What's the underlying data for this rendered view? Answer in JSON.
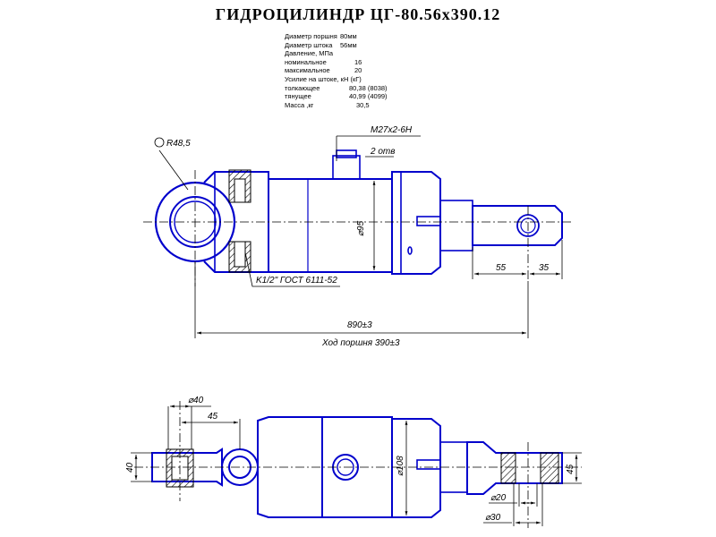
{
  "title": "ГИДРОЦИЛИНДР  ЦГ-80.56х390.12",
  "specs": [
    {
      "label": "Диаметр поршня",
      "value": "80мм"
    },
    {
      "label": "Диаметр штока",
      "value": "56мм"
    },
    {
      "label": "Давление, МПа",
      "value": ""
    },
    {
      "label": "номинальное",
      "value": "16"
    },
    {
      "label": "максимальное",
      "value": "20"
    },
    {
      "label": "Усилие на штоке, кН (кГ)",
      "value": ""
    },
    {
      "label": "толкающее",
      "value": "80,38 (8038)"
    },
    {
      "label": "тянущее",
      "value": "40,99 (4099)"
    },
    {
      "label": "Масса ,кг",
      "value": "30,5"
    }
  ],
  "annotations": {
    "radius": "R48,5",
    "thread": "M27x2-6H",
    "thread_count": "2 отв",
    "diameter_95": "⌀95",
    "port": "K1/2\" ГОСТ 6111-52",
    "dim_55": "55",
    "dim_35": "35",
    "total_length": "890±3",
    "stroke": "Ход поршня 390±3",
    "dia_40": "⌀40",
    "dim_45_top": "45",
    "dim_40_left": "40",
    "dia_108": "⌀108",
    "dim_45_right": "45",
    "dia_20": "⌀20",
    "dia_30": "⌀30"
  },
  "colors": {
    "line": "#0000cc",
    "text": "#000000",
    "hatch": "#000000"
  }
}
